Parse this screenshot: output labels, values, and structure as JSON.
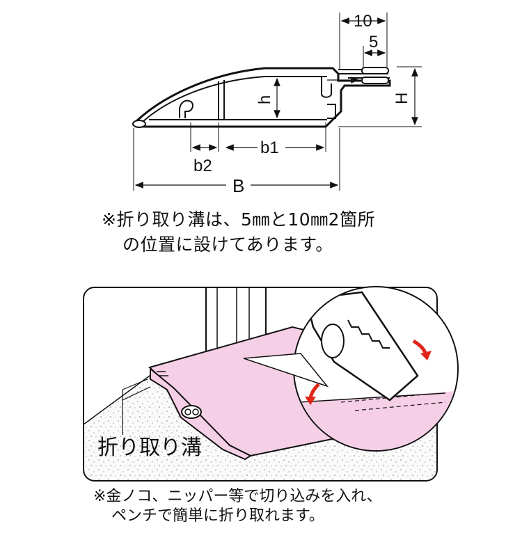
{
  "top_diagram": {
    "labels": {
      "dim_10": "10",
      "dim_5": "5",
      "dim_H": "H",
      "dim_h": "h",
      "dim_b1": "b1",
      "dim_b2": "b2",
      "dim_B": "B"
    }
  },
  "notes": {
    "groove_note_line1": "※折り取り溝は、5㎜と10㎜2箇所",
    "groove_note_line2": "の位置に設けてあります。",
    "cut_note_line1": "※金ノコ、ニッパー等で切り込みを入れ、",
    "cut_note_line2": "ペンチで簡単に折り取れます。"
  },
  "bottom_illustration": {
    "groove_label": "折り取り溝"
  },
  "colors": {
    "molding_fill": "#f5cfe6",
    "floor_speckle": "#f2f2f2",
    "arrow_red": "#e0261b",
    "line": "#111111"
  }
}
